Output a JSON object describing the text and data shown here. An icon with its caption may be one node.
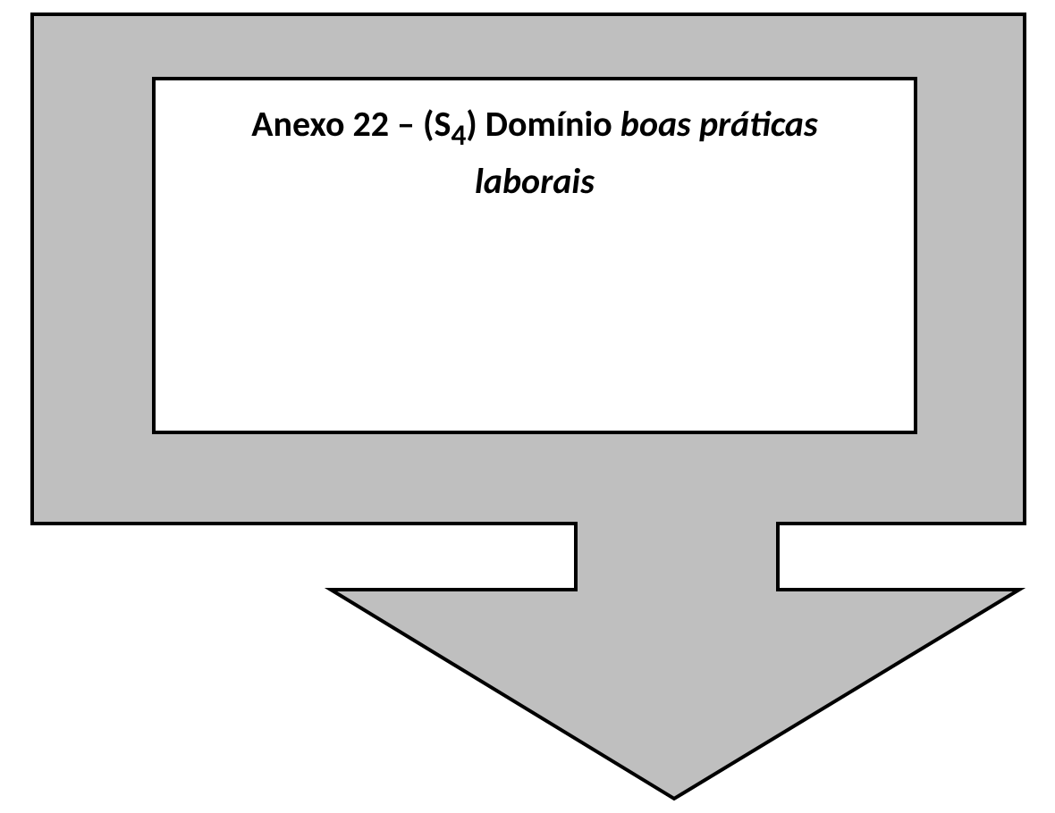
{
  "diagram": {
    "nodes": [
      {
        "text": [],
        "shape": "callout"
      },
      {
        "text": [
          "Anexo 22 – (S$_{4}$) Domínio *boas práticas laborais*"
        ],
        "in": 0
      }
    ]
  }
}
